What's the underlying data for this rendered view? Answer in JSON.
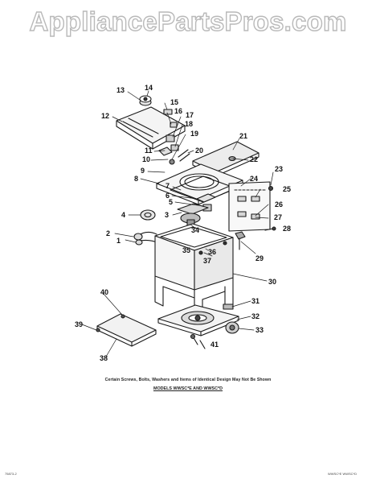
{
  "watermark": "AppliancePartsPros.com",
  "callouts": [
    "1",
    "2",
    "3",
    "4",
    "5",
    "6",
    "7",
    "8",
    "9",
    "10",
    "11",
    "12",
    "13",
    "14",
    "15",
    "16",
    "17",
    "18",
    "19",
    "20",
    "21",
    "22",
    "23",
    "24",
    "25",
    "26",
    "27",
    "28",
    "29",
    "30",
    "31",
    "32",
    "33",
    "34",
    "35",
    "36",
    "37",
    "38",
    "39",
    "40",
    "41"
  ],
  "notes": {
    "fastener_note": "Certain Screws, Bolts, Washers and Items of Identical Design May Not Be Shown",
    "models": "MODELS WWSC*E AND WWSC*D"
  },
  "footer": {
    "left": "75873-2",
    "right": "WWSC*E WWSC*D"
  }
}
